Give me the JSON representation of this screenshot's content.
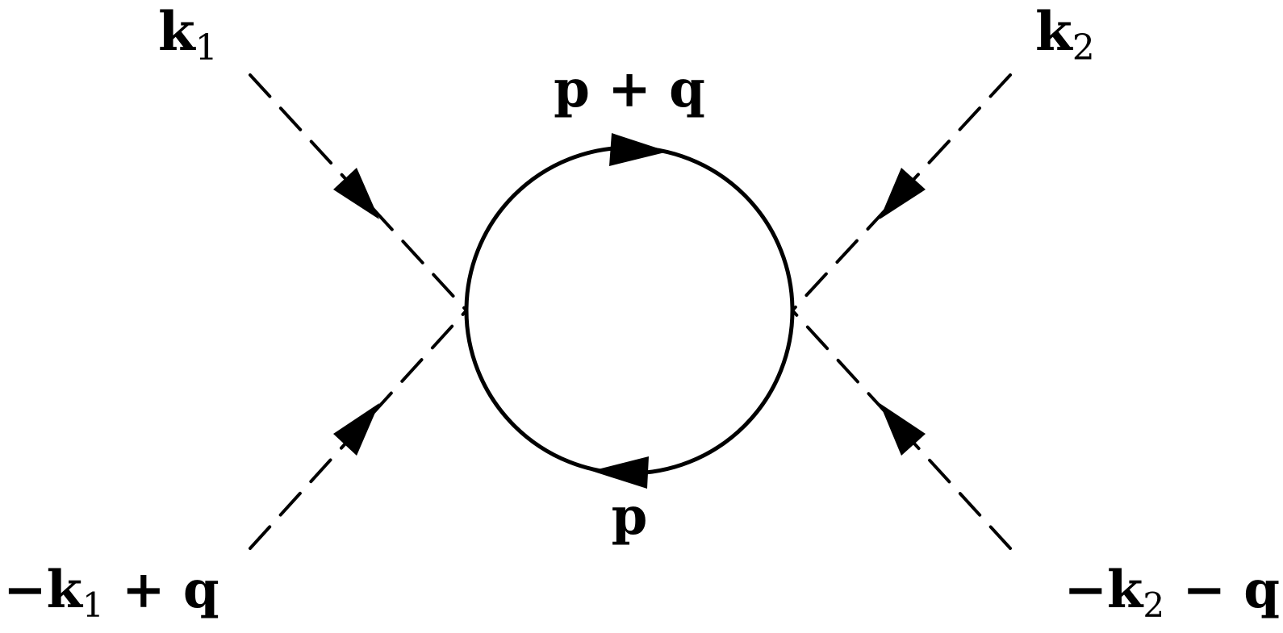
{
  "diagram": {
    "labels": {
      "k1": {
        "main": "k",
        "sub": "1"
      },
      "k2": {
        "main": "k",
        "sub": "2"
      },
      "p_plus_q": "p + q",
      "p": "p",
      "minus_k1_plus_q": {
        "pre": "−k",
        "sub": "1",
        "post": " + q"
      },
      "minus_k2_minus_q": {
        "pre": "−k",
        "sub": "2",
        "post": " − q"
      }
    },
    "style": {
      "line_color": "#000000",
      "background": "#ffffff",
      "external_lines": "dashed",
      "loop": "solid"
    }
  }
}
